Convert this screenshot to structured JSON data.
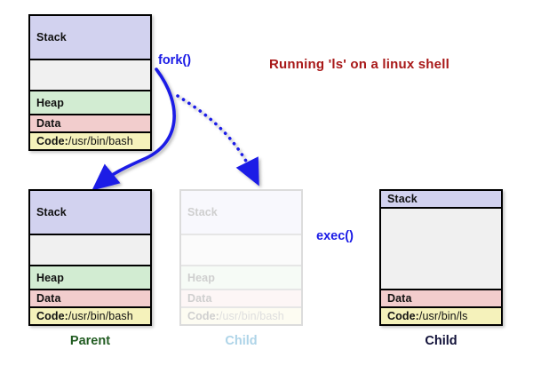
{
  "title": {
    "text": "Running 'ls' on a linux shell",
    "color": "#a81818"
  },
  "labels": {
    "fork": "fork()",
    "exec": "exec()"
  },
  "colors": {
    "stack": "#d2d2ef",
    "gap": "#f0f0f0",
    "heap": "#d2ecd2",
    "data": "#f2cdcd",
    "code": "#f5f2bb",
    "arrow_blue": "#1a1ae6",
    "arrow_red": "#cc0000",
    "parent_caption": "#225c22",
    "child_ghost_caption": "#aed4e8",
    "child_caption": "#101038"
  },
  "boxes": {
    "shell": {
      "name": "shell-process",
      "bands": [
        {
          "key": "stack",
          "label": "Stack"
        },
        {
          "key": "gap",
          "label": ""
        },
        {
          "key": "heap",
          "label": "Heap"
        },
        {
          "key": "data",
          "label": "Data"
        },
        {
          "key": "code",
          "label": "Code:",
          "path": "/usr/bin/bash"
        }
      ],
      "caption": ""
    },
    "parent": {
      "name": "parent-process",
      "bands": [
        {
          "key": "stack",
          "label": "Stack"
        },
        {
          "key": "gap",
          "label": ""
        },
        {
          "key": "heap",
          "label": "Heap"
        },
        {
          "key": "data",
          "label": "Data"
        },
        {
          "key": "code",
          "label": "Code:",
          "path": "/usr/bin/bash"
        }
      ],
      "caption": "Parent"
    },
    "child_forked": {
      "name": "child-process-forked",
      "bands": [
        {
          "key": "stack",
          "label": "Stack"
        },
        {
          "key": "gap",
          "label": ""
        },
        {
          "key": "heap",
          "label": "Heap"
        },
        {
          "key": "data",
          "label": "Data"
        },
        {
          "key": "code",
          "label": "Code:",
          "path": "/usr/bin/bash"
        }
      ],
      "caption": "Child"
    },
    "child_exec": {
      "name": "child-process-exec",
      "bands": [
        {
          "key": "stack",
          "label": "Stack"
        },
        {
          "key": "gap",
          "label": ""
        },
        {
          "key": "data",
          "label": "Data"
        },
        {
          "key": "code",
          "label": "Code:",
          "path": "/usr/bin/ls"
        }
      ],
      "caption": "Child"
    }
  }
}
